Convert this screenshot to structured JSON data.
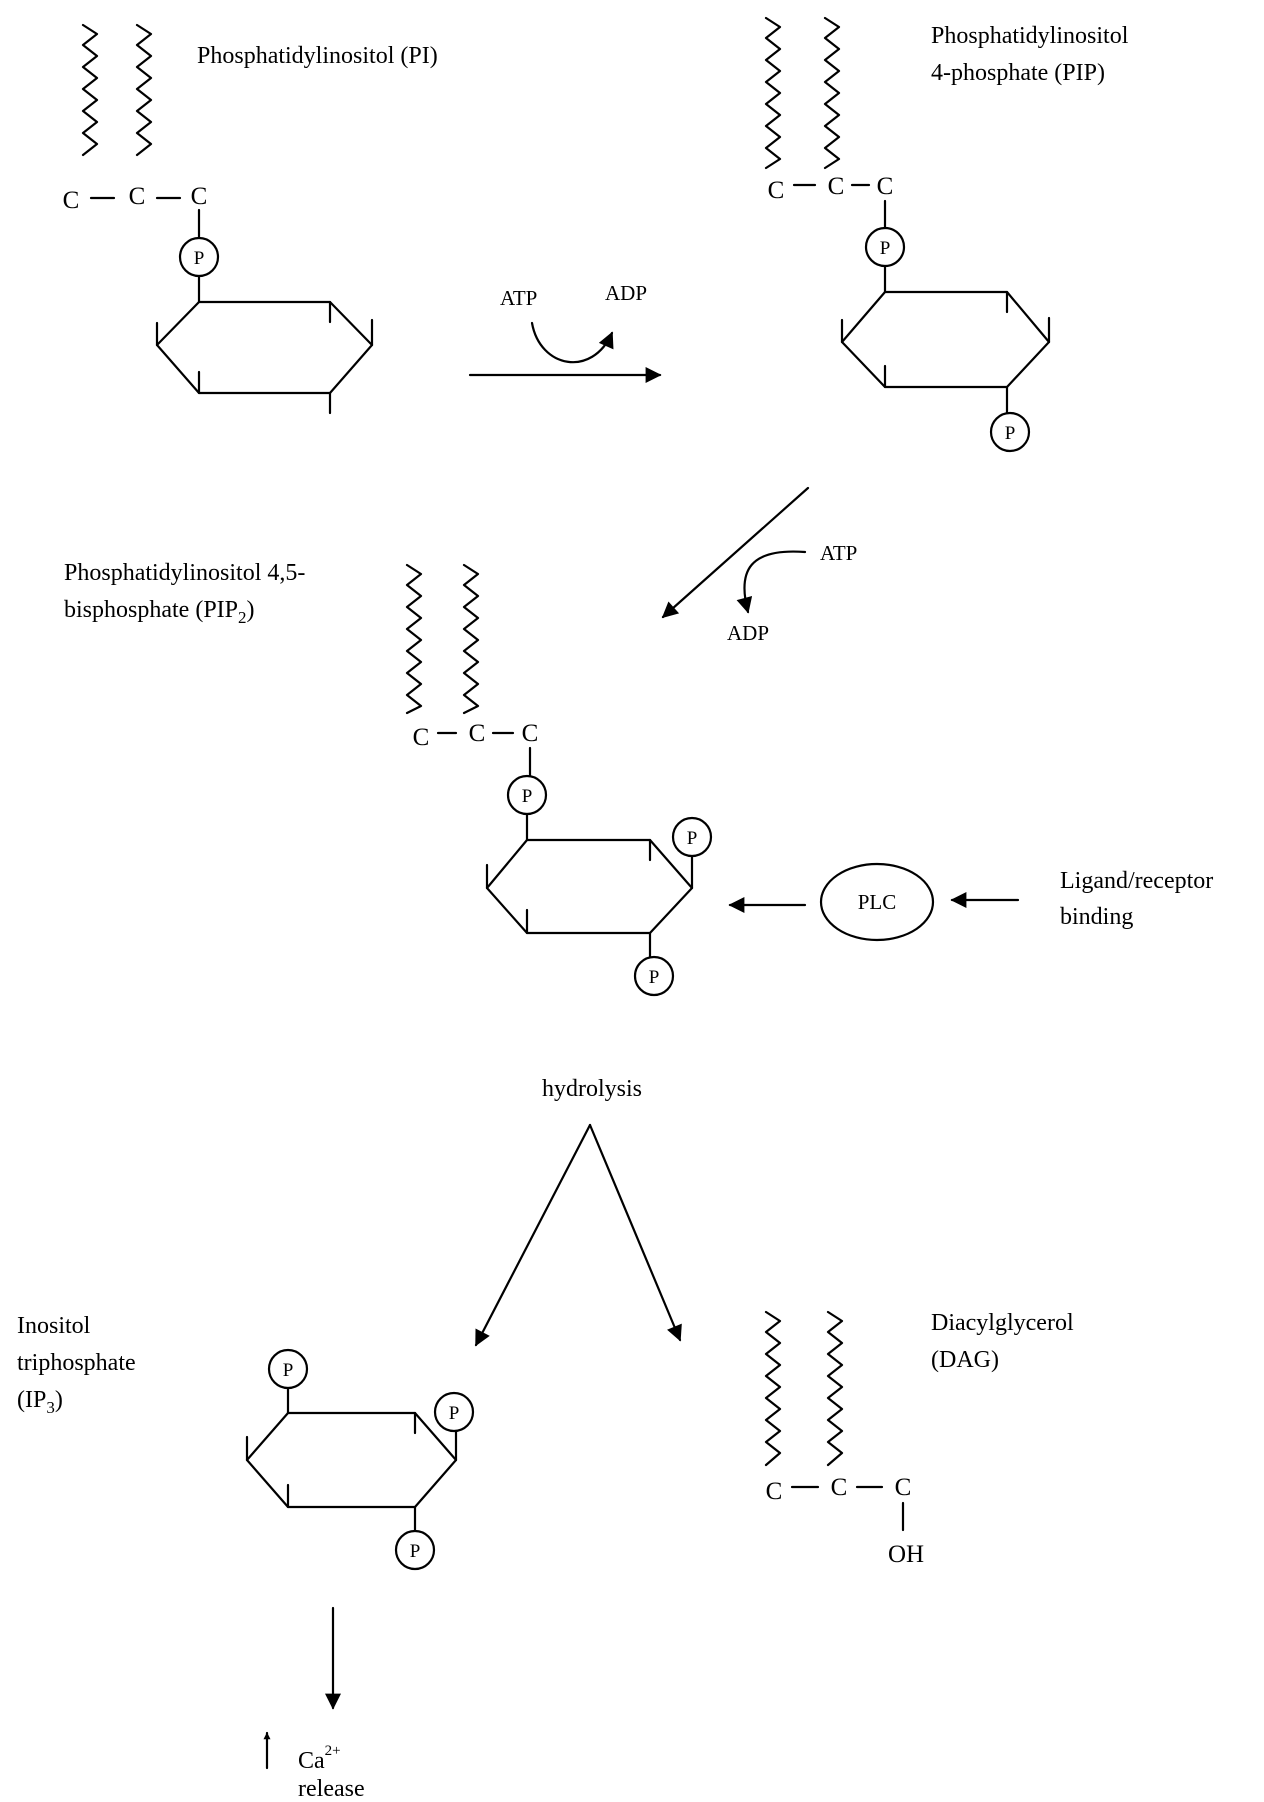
{
  "molecules": {
    "pi": {
      "label": "Phosphatidylinositol (PI)"
    },
    "pip": {
      "label_line1": "Phosphatidylinositol",
      "label_line2": "4-phosphate (PIP)"
    },
    "pip2": {
      "label_line1": "Phosphatidylinositol 4,5-",
      "label_line2_pre": "bisphosphate (PIP",
      "label_line2_sub": "2",
      "label_line2_post": ")"
    },
    "ip3": {
      "label_line1": "Inositol",
      "label_line2": "triphosphate",
      "label_line3_pre": "(IP",
      "label_line3_sub": "3",
      "label_line3_post": ")"
    },
    "dag": {
      "label_line1": "Diacylglycerol",
      "label_line2": "(DAG)"
    }
  },
  "atoms": {
    "carbon": "C",
    "phosphate": "P",
    "hydroxyl": "OH"
  },
  "reactions": {
    "step1": {
      "in": "ATP",
      "out": "ADP"
    },
    "step2": {
      "in": "ATP",
      "out": "ADP"
    },
    "enzyme": "PLC",
    "trigger_line1": "Ligand/receptor",
    "trigger_line2": "binding",
    "hydrolysis": "hydrolysis",
    "calcium_pre": "Ca",
    "calcium_sup": "2+",
    "calcium_line2": "release"
  }
}
